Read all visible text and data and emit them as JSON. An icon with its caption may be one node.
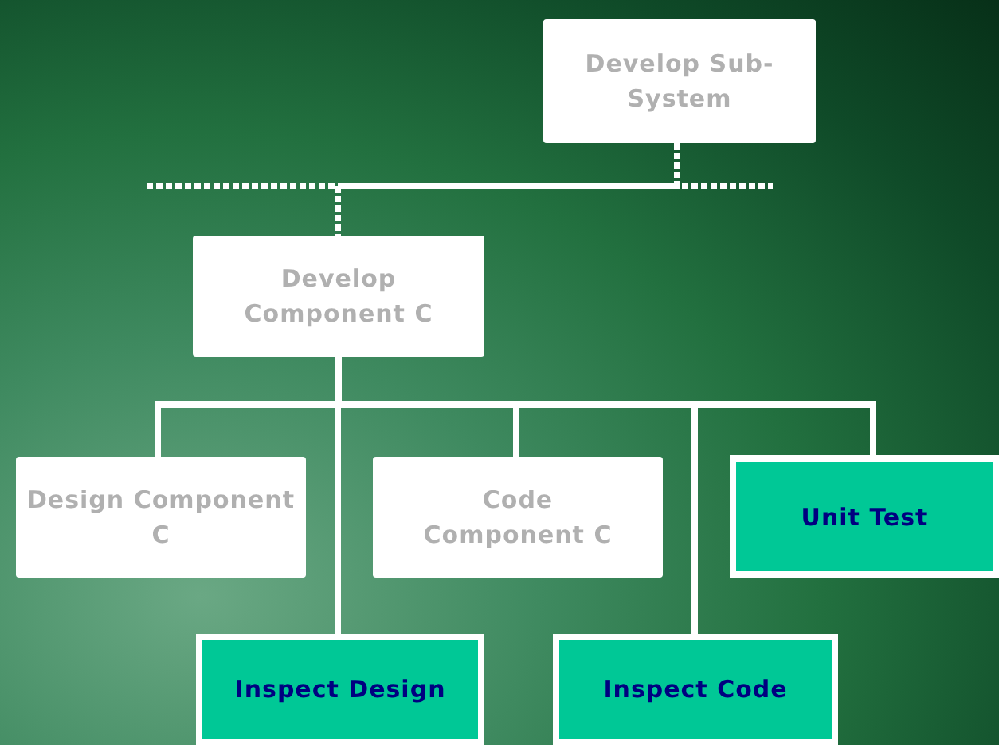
{
  "diagram": {
    "nodes": [
      {
        "text": [
          "Develop Sub-System"
        ]
      },
      {
        "text": [
          "Develop Component C"
        ]
      },
      {
        "text": [
          "Design Component C"
        ]
      },
      {
        "text": [
          "Code Component C"
        ]
      },
      {
        "text": [
          "Unit Test"
        ]
      },
      {
        "text": [
          "Inspect Design"
        ]
      },
      {
        "text": [
          "Inspect Code"
        ]
      }
    ],
    "edges": [
      {
        "from": 0,
        "to": 1,
        "arrow": "none",
        "style": "dashed"
      },
      {
        "from": 1,
        "to": 2,
        "arrow": "none"
      },
      {
        "from": 1,
        "to": 3,
        "arrow": "none"
      },
      {
        "from": 1,
        "to": 4,
        "arrow": "none"
      },
      {
        "from": 1,
        "to": 5,
        "arrow": "none"
      },
      {
        "from": 1,
        "to": 6,
        "arrow": "none"
      }
    ]
  }
}
